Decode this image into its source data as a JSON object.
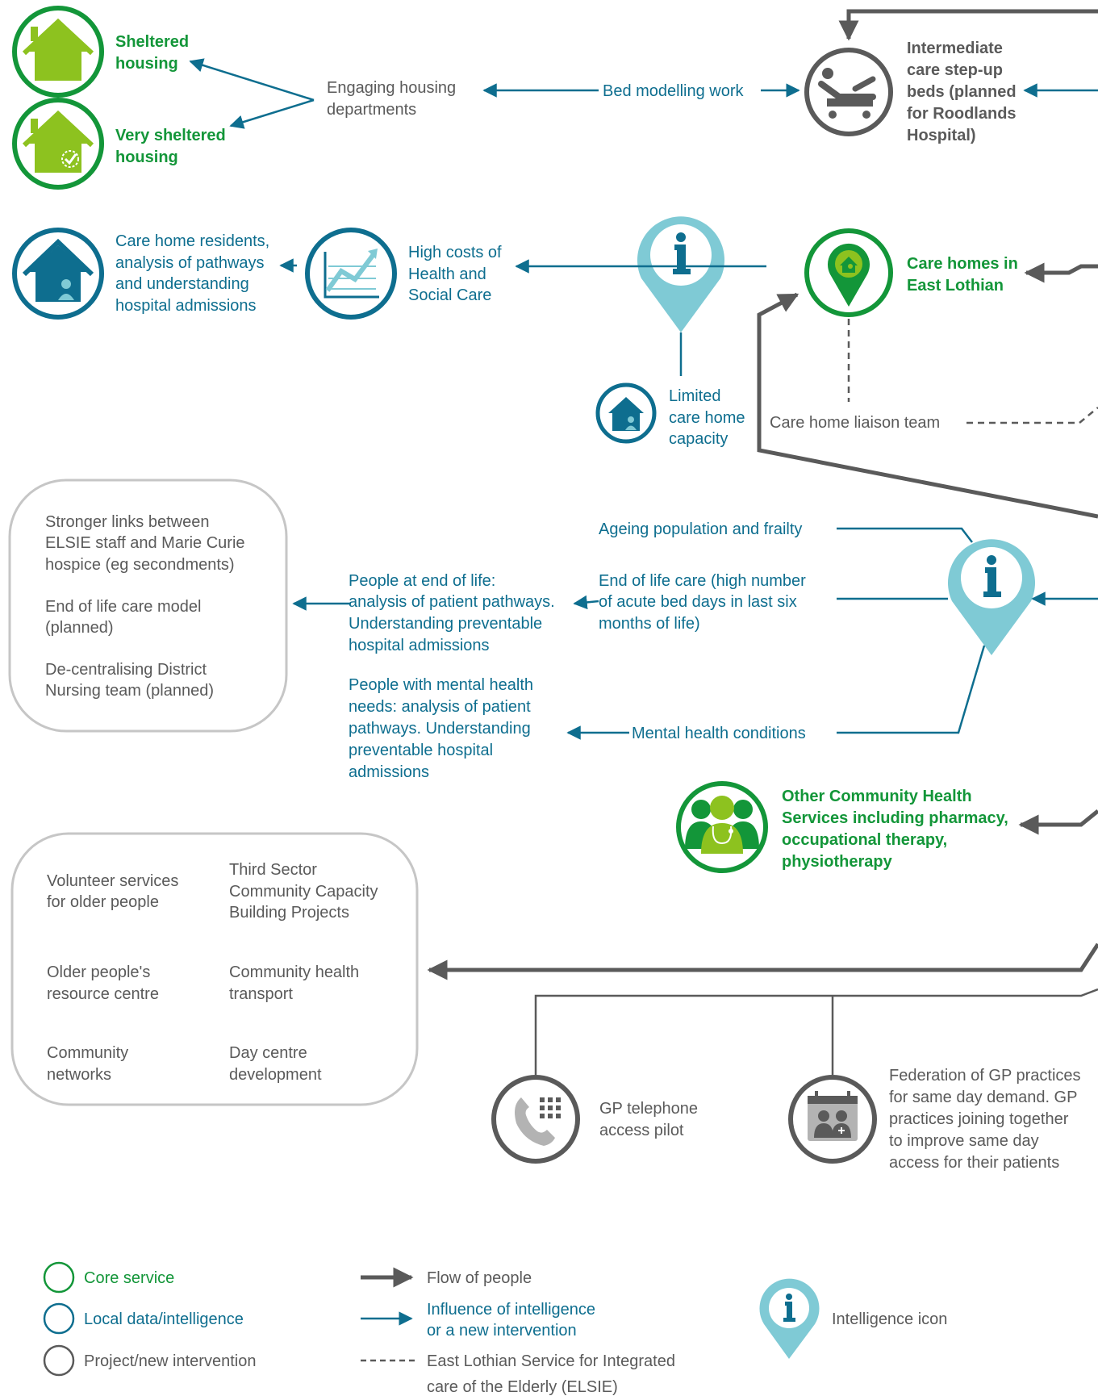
{
  "colors": {
    "core": "#139639",
    "intelligence": "#0e6e8f",
    "project": "#5a5a5a",
    "icon_light": "#7fcad5",
    "house_green": "#8dc21f"
  },
  "nodes": {
    "sheltered": [
      "Sheltered",
      "housing"
    ],
    "very_sheltered": [
      "Very sheltered",
      "housing"
    ],
    "engaging_housing": [
      "Engaging housing",
      "departments"
    ],
    "bed_modelling": "Bed modelling work",
    "intermediate_care": [
      "Intermediate",
      "care step-up",
      "beds (planned",
      "for Roodlands",
      "Hospital)"
    ],
    "care_home_residents": [
      "Care home residents,",
      "analysis of pathways",
      "and understanding",
      "hospital admissions"
    ],
    "high_costs": [
      "High costs of",
      "Health and",
      "Social Care"
    ],
    "care_homes": [
      "Care homes in",
      "East Lothian"
    ],
    "limited_capacity": [
      "Limited",
      "care home",
      "capacity"
    ],
    "liaison_team": "Care home liaison team",
    "box1": [
      "Stronger links between",
      "ELSIE staff and Marie Curie",
      "hospice (eg secondments)",
      "End of life care model",
      "(planned)",
      "De-centralising District",
      "Nursing team (planned)"
    ],
    "ageing": "Ageing population and frailty",
    "end_of_life_pathways": [
      "People at end of life:",
      "analysis of patient pathways.",
      "Understanding preventable",
      "hospital admissions"
    ],
    "end_of_life_care": [
      "End of life care (high number",
      "of acute bed days in last six",
      "months of life)"
    ],
    "mental_health_pathways": [
      "People with mental health",
      "needs: analysis of patient",
      "pathways. Understanding",
      "preventable hospital",
      "admissions"
    ],
    "mental_health": "Mental health conditions",
    "other_community": [
      "Other Community Health",
      "Services including pharmacy,",
      "occupational therapy,",
      "physiotherapy"
    ],
    "box2": {
      "volunteer": [
        "Volunteer services",
        "for older people"
      ],
      "third_sector": [
        "Third Sector",
        "Community Capacity",
        "Building Projects"
      ],
      "resource_centre": [
        "Older people's",
        "resource centre"
      ],
      "transport": [
        "Community health",
        "transport"
      ],
      "networks": [
        "Community",
        "networks"
      ],
      "day_centre": [
        "Day centre",
        "development"
      ]
    },
    "gp_telephone": [
      "GP telephone",
      "access pilot"
    ],
    "gp_federation": [
      "Federation of GP practices",
      "for same day demand. GP",
      "practices joining together",
      "to improve same day",
      "access for their patients"
    ]
  },
  "legend": {
    "core": "Core service",
    "local": "Local data/intelligence",
    "project": "Project/new intervention",
    "flow": "Flow of people",
    "influence": [
      "Influence of intelligence",
      "or a new intervention"
    ],
    "elsie": [
      "East Lothian Service for Integrated",
      "care of the Elderly (ELSIE)"
    ],
    "icon": "Intelligence icon"
  }
}
